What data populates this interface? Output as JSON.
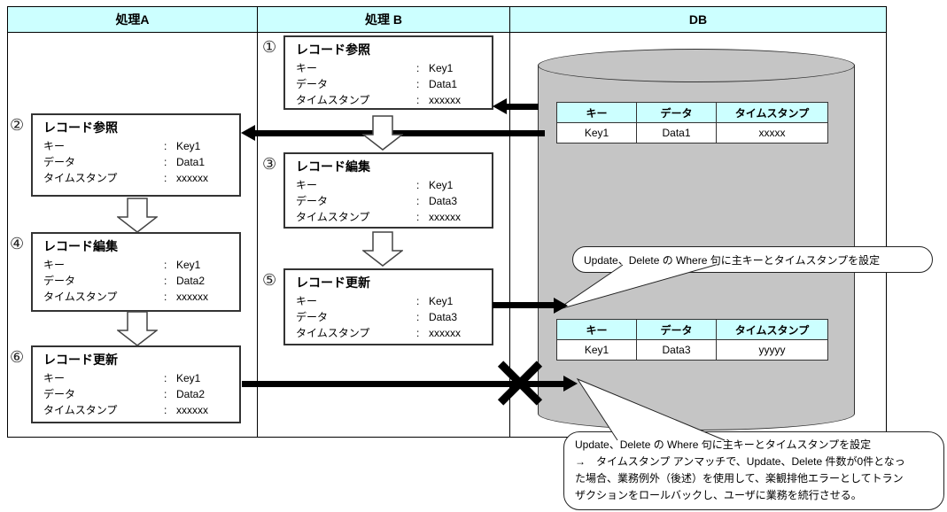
{
  "columns": [
    {
      "label": "処理A"
    },
    {
      "label": "処理 B"
    },
    {
      "label": "DB"
    }
  ],
  "punct": {
    "colon": ":"
  },
  "boxes": [
    {
      "num": "①",
      "title": "レコード参照",
      "fields": [
        {
          "label": "キー",
          "value": "Key1"
        },
        {
          "label": "データ",
          "value": "Data1"
        },
        {
          "label": "タイムスタンプ",
          "value": "xxxxxx"
        }
      ]
    },
    {
      "num": "②",
      "title": "レコード参照",
      "fields": [
        {
          "label": "キー",
          "value": "Key1"
        },
        {
          "label": "データ",
          "value": "Data1"
        },
        {
          "label": "タイムスタンプ",
          "value": "xxxxxx"
        }
      ]
    },
    {
      "num": "③",
      "title": "レコード編集",
      "fields": [
        {
          "label": "キー",
          "value": "Key1"
        },
        {
          "label": "データ",
          "value": "Data3"
        },
        {
          "label": "タイムスタンプ",
          "value": "xxxxxx"
        }
      ]
    },
    {
      "num": "④",
      "title": "レコード編集",
      "fields": [
        {
          "label": "キー",
          "value": "Key1"
        },
        {
          "label": "データ",
          "value": "Data2"
        },
        {
          "label": "タイムスタンプ",
          "value": "xxxxxx"
        }
      ]
    },
    {
      "num": "⑤",
      "title": "レコード更新",
      "fields": [
        {
          "label": "キー",
          "value": "Key1"
        },
        {
          "label": "データ",
          "value": "Data3"
        },
        {
          "label": "タイムスタンプ",
          "value": "xxxxxx"
        }
      ]
    },
    {
      "num": "⑥",
      "title": "レコード更新",
      "fields": [
        {
          "label": "キー",
          "value": "Key1"
        },
        {
          "label": "データ",
          "value": "Data2"
        },
        {
          "label": "タイムスタンプ",
          "value": "xxxxxx"
        }
      ]
    }
  ],
  "db": {
    "tables": [
      {
        "headers": [
          "キー",
          "データ",
          "タイムスタンプ"
        ],
        "row": [
          "Key1",
          "Data1",
          "xxxxx"
        ]
      },
      {
        "headers": [
          "キー",
          "データ",
          "タイムスタンプ"
        ],
        "row": [
          "Key1",
          "Data3",
          "yyyyy"
        ]
      }
    ]
  },
  "callouts": {
    "where_clause": {
      "text": "Update、Delete の Where 句に主キーとタイムスタンプを設定"
    },
    "unmatch": {
      "lines": [
        "Update、Delete の Where 句に主キーとタイムスタンプを設定",
        "→　タイムスタンプ アンマッチで、Update、Delete 件数が0件となっ",
        "た場合、業務例外（後述）を使用して、楽観排他エラーとしてトラン",
        "ザクションをロールバックし、ユーザに業務を続行させる。"
      ]
    }
  },
  "colors": {
    "header_bg": "#ccffff",
    "table_header_bg": "#ccffff",
    "cylinder_fill": "#c5c5c5",
    "arrow": "#000000",
    "border": "#333333"
  }
}
